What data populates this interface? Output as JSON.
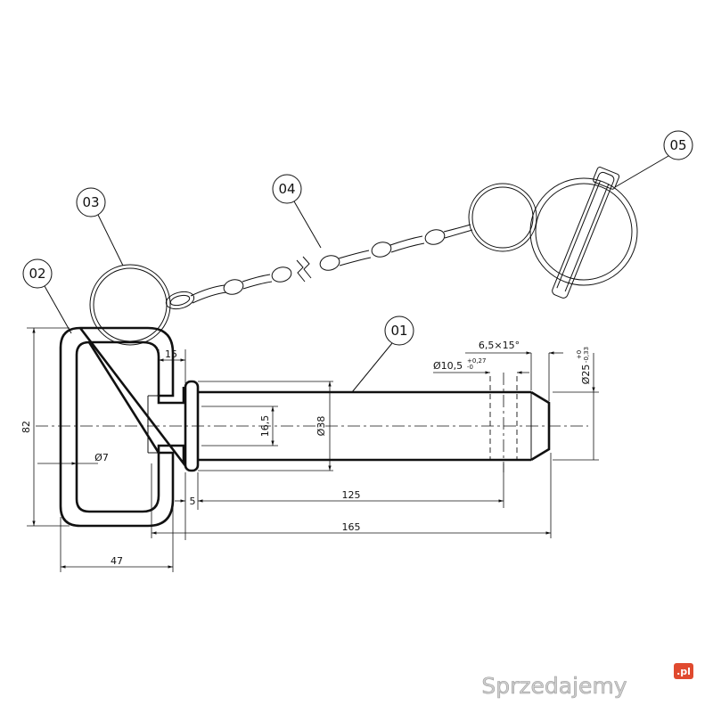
{
  "callouts": {
    "c01": "01",
    "c02": "02",
    "c03": "03",
    "c04": "04",
    "c05": "05"
  },
  "dimensions": {
    "height_82": "82",
    "width_15": "15",
    "dia_7": "Ø7",
    "height_16_5": "16,5",
    "dia_38": "Ø38",
    "gap_5": "5",
    "length_125": "125",
    "length_165": "165",
    "width_47": "47",
    "chamfer": "6,5×15°",
    "hole_dia": "Ø10,5",
    "hole_tol_upper": "+0,27",
    "hole_tol_lower": "-0",
    "pin_dia": "Ø25",
    "pin_tol_upper": "+0",
    "pin_tol_lower": "-0,33"
  },
  "watermark": {
    "text": "Sprzedajemy",
    "badge": ".pl"
  }
}
